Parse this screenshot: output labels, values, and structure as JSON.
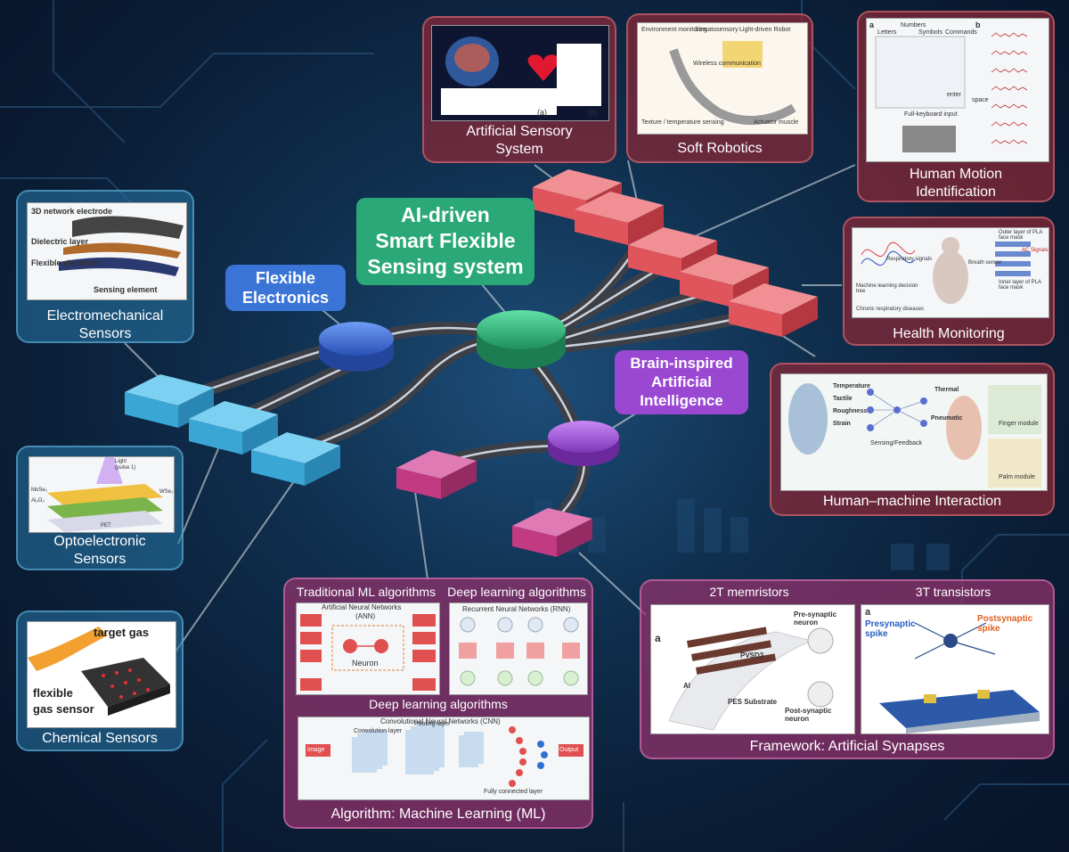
{
  "hubs": {
    "center": "AI-driven Smart Flexible Sensing system",
    "center_lines": [
      "AI-driven",
      "Smart Flexible",
      "Sensing system"
    ],
    "flexible": [
      "Flexible",
      "Electronics"
    ],
    "brain": [
      "Brain-inspired",
      "Artificial",
      "Intelligence"
    ]
  },
  "panels": {
    "electromechanical": {
      "caption": [
        "Electromechanical",
        "Sensors"
      ],
      "labels": [
        "3D network electrode",
        "Dielectric layer",
        "Flexible electrode",
        "Sensing element"
      ]
    },
    "optoelectronic": {
      "caption": [
        "Optoelectronic",
        "Sensors"
      ],
      "labels": [
        "Light",
        "(pulse 1)",
        "MoSe₂",
        "Al₂O₃",
        "WSe₂",
        "PET"
      ]
    },
    "chemical": {
      "caption": [
        "Chemical Sensors"
      ],
      "labels": [
        "target gas",
        "flexible",
        "gas sensor"
      ]
    },
    "artificial_sensory": {
      "caption": [
        "Artificial Sensory",
        "System"
      ],
      "labels": [
        "(a)",
        "(b)"
      ]
    },
    "soft_robotics": {
      "caption": [
        "Soft Robotics"
      ],
      "labels": [
        "Environment monitoring",
        "Somatosensory",
        "Light-driven Robot",
        "Wireless communication",
        "Texture / temperature sensing",
        "Actuator muscle"
      ]
    },
    "human_motion": {
      "caption": [
        "Human Motion",
        "Identification"
      ],
      "labels": [
        "a",
        "b",
        "Numbers",
        "Letters",
        "Symbols",
        "Commands",
        "Full-keyboard input",
        "space",
        "enter"
      ]
    },
    "health": {
      "caption": [
        "Health Monitoring"
      ],
      "labels": [
        "Respiratory signals",
        "Machine learning decision tree",
        "Chronic respiratory diseases",
        "Breath sensor",
        "Outer layer of PLA face mask",
        "Inner layer of PLA face mask",
        "AC Signals"
      ]
    },
    "hmi": {
      "caption": [
        "Human–machine Interaction"
      ],
      "labels": [
        "Temperature",
        "Tactile",
        "Roughness",
        "Strain",
        "Thermal",
        "Pneumatic",
        "Sensing/Feedback",
        "Finger module",
        "Palm module"
      ]
    },
    "ml": {
      "caption": "Algorithm: Machine Learning (ML)",
      "traditional": "Traditional ML algorithms",
      "deep": "Deep learning algorithms",
      "ann": [
        "Artificial Neural Networks",
        "(ANN)"
      ],
      "neuron": "Neuron",
      "rnn": "Recurrent Neural Networks (RNN)",
      "deep_label": "Deep learning algorithms",
      "cnn": "Convolutional Neural Networks (CNN)",
      "cnn_labels": [
        "Image",
        "Convolution layer",
        "Pooling layer",
        "Fully connected layer",
        "Output"
      ]
    },
    "synapses": {
      "caption": "Framework: Artificial Synapses",
      "memristors": "2T memristors",
      "transistors": "3T transistors",
      "labels": [
        "a",
        "Pre-synaptic neuron",
        "Post-synaptic neuron",
        "PES Substrate",
        "Al",
        "PVSD3",
        "Presynaptic spike",
        "Postsynaptic spike",
        "a"
      ]
    }
  },
  "colors": {
    "blue_block": "#3aa6d6",
    "red_block": "#e0545c",
    "magenta_block": "#c23a82",
    "green_hub": "#2fb07a",
    "blue_hub": "#3a6fd8",
    "purple_hub": "#a050d8"
  }
}
